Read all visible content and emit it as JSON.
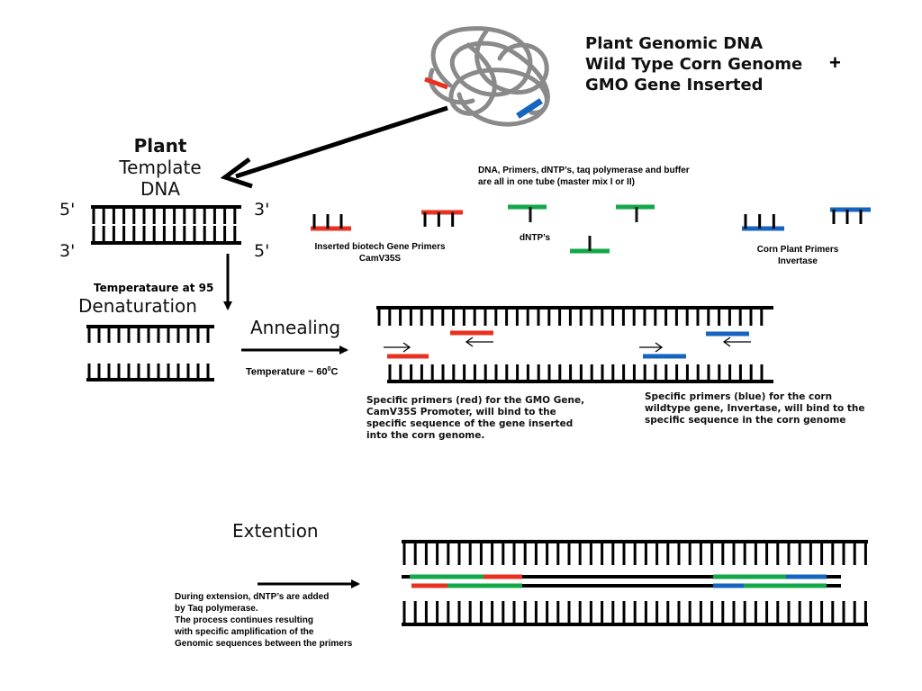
{
  "header": {
    "line1": "Plant Genomic DNA",
    "line2": "Wild Type Corn Genome",
    "line3": "GMO Gene Inserted",
    "plus": "+"
  },
  "template": {
    "title1": "Plant",
    "title2": "Template",
    "title3": "DNA",
    "five_prime_top": "5'",
    "three_prime_top": "3'",
    "three_prime_bottom": "3'",
    "five_prime_bottom": "5'"
  },
  "master_mix": {
    "line1": "DNA, Primers, dNTP’s, taq polymerase and buffer",
    "line2": "are all in one tube (master mix I or II)"
  },
  "dntps": {
    "label": "dNTP’s"
  },
  "gmo_primers": {
    "line1": "Inserted biotech Gene Primers",
    "line2": "CamV35S"
  },
  "corn_primers": {
    "line1": "Corn Plant Primers",
    "line2": "Invertase"
  },
  "denaturation": {
    "temp": "Temperataure at 95",
    "title": "Denaturation"
  },
  "annealing": {
    "title": "Annealing",
    "temp_prefix": "Temperature ~ 60",
    "temp_sup": "0",
    "temp_suffix": "C"
  },
  "caption_red": "Specific primers (red) for the GMO Gene, CamV35S Promoter, will bind to the specific sequence of the gene inserted into the corn genome.",
  "caption_blue": "Specific primers (blue) for the corn wildtype gene, Invertase, will bind to the specific sequence in the corn genome",
  "extension": {
    "title": "Extention",
    "line1": "During extension, dNTP’s are added",
    "line2": "by Taq polymerase.",
    "line3": "The process continues resulting",
    "line4": "with specific amplification of the",
    "line5": "Genomic sequences between the primers"
  },
  "colors": {
    "red_primer": "#e8311f",
    "blue_primer": "#1565c0",
    "green_dntp": "#12a84a",
    "strand": "#000000"
  }
}
